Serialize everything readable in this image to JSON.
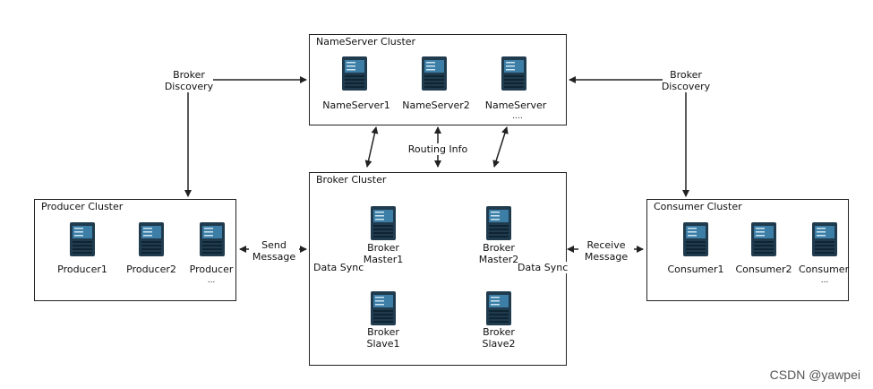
{
  "clusters": {
    "nameserver": {
      "title": "NameServer Cluster",
      "servers": [
        "NameServer1",
        "NameServer2",
        "NameServer"
      ],
      "ellipsis": "...."
    },
    "broker": {
      "title": "Broker Cluster",
      "master1": "Broker\nMaster1",
      "master2": "Broker\nMaster2",
      "slave1": "Broker\nSlave1",
      "slave2": "Broker\nSlave2",
      "sync1": "Data Sync",
      "sync2": "Data Sync"
    },
    "producer": {
      "title": "Producer Cluster",
      "servers": [
        "Producer1",
        "Producer2",
        "Producer"
      ],
      "ellipsis": "..."
    },
    "consumer": {
      "title": "Consumer Cluster",
      "servers": [
        "Consumer1",
        "Consumer2",
        "Consumer"
      ],
      "ellipsis": "..."
    }
  },
  "flows": {
    "broker_discovery_left": "Broker\nDiscovery",
    "broker_discovery_right": "Broker\nDiscovery",
    "routing_info": "Routing Info",
    "send_message": "Send\nMessage",
    "receive_message": "Receive\nMessage"
  },
  "watermark": "CSDN @yawpei",
  "colors": {
    "server_body": "#1f3b4d",
    "server_panel": "#3d7ea6",
    "stroke": "#222222"
  },
  "icons": {
    "server": "server-rack-icon"
  }
}
